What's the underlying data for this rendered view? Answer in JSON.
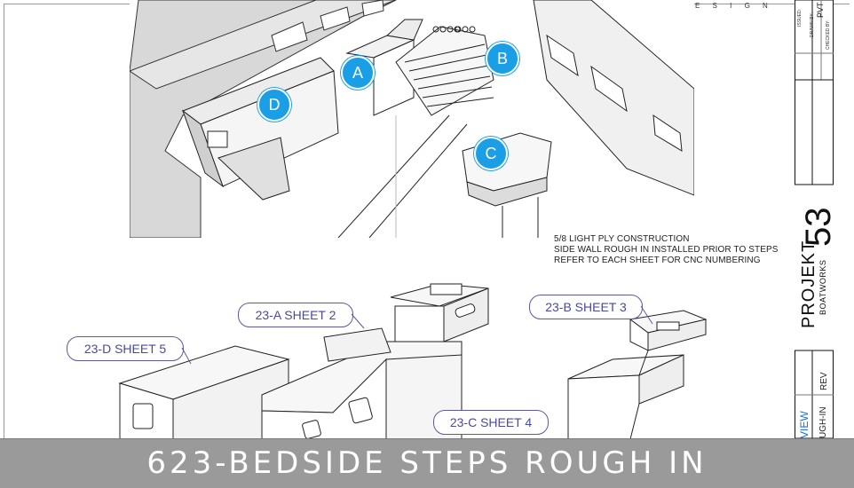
{
  "header": {
    "design_fragment": "E S I G N"
  },
  "notes": [
    "5/8 LIGHT PLY CONSTRUCTION",
    "SIDE WALL ROUGH IN INSTALLED PRIOR TO STEPS",
    "REFER TO EACH SHEET FOR CNC NUMBERING"
  ],
  "markers": {
    "a": "A",
    "b": "B",
    "c": "C",
    "d": "D"
  },
  "sheet_labels": {
    "a": "23-A SHEET 2",
    "b": "23-B SHEET 3",
    "c": "23-C SHEET 4",
    "d": "23-D SHEET 5"
  },
  "title_block": {
    "issued": "ISSUED:",
    "drawn_by": "DRAWN BY:",
    "drawn_by_value": "PVT",
    "checked_by": "CHECKED BY:",
    "rev": "REV",
    "view": "VIEW",
    "rough_in": "UGH-IN"
  },
  "brand": {
    "name": "PROJEKT",
    "number": "53",
    "sub": "BOATWORKS"
  },
  "footer": {
    "title": "623-BEDSIDE STEPS ROUGH IN"
  },
  "colors": {
    "accent_blue": "#1a9fe6",
    "footer_bg": "#9a9a9a",
    "bubble_text": "#4a4aa0"
  }
}
